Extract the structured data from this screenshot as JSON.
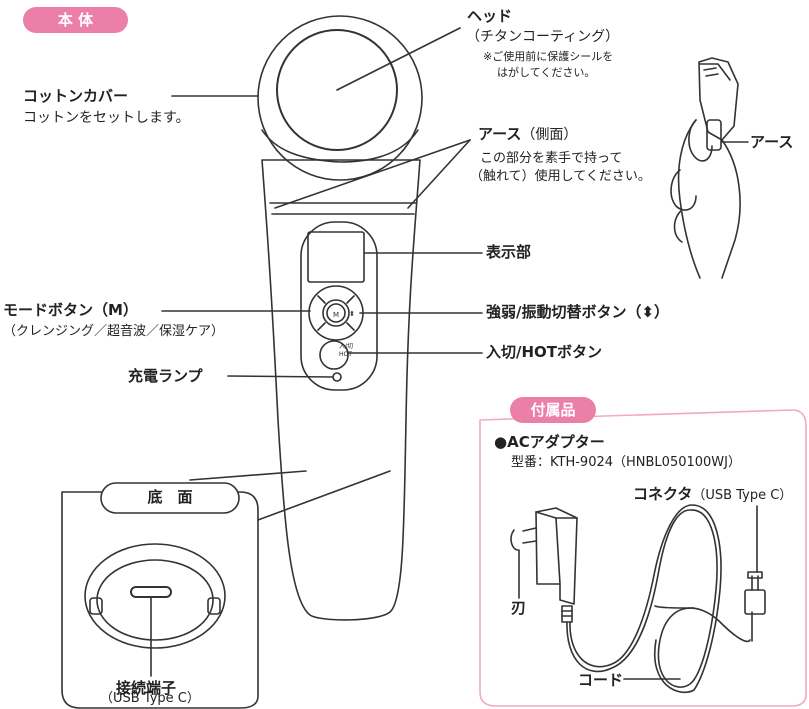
{
  "main_badge": "本 体",
  "head": {
    "title": "ヘッド",
    "sub": "（チタンコーティング）",
    "note1": "※ご使用前に保護シールを",
    "note2": "はがしてください。"
  },
  "cotton": {
    "title": "コットンカバー",
    "sub": "コットンをセットします。"
  },
  "earth": {
    "title": "アース",
    "side": "（側面）",
    "line1": "この部分を素手で持って",
    "line2": "（触れて）使用してください。",
    "hand_label": "アース"
  },
  "display": {
    "title": "表示部"
  },
  "mode": {
    "title": "モードボタン（M）",
    "sub": "（クレンジング／超音波／保湿ケア）"
  },
  "strength": {
    "title": "強弱/振動切替ボタン（⬍）"
  },
  "power": {
    "title": "入切/HOTボタン",
    "btn_line1": "入/切",
    "btn_line2": "HOT"
  },
  "charge": {
    "title": "充電ランプ"
  },
  "bottom": {
    "badge": "底　面",
    "connector": "接続端子",
    "connector_sub": "（USB Type C）"
  },
  "accessory": {
    "badge": "付属品",
    "title": "●ACアダプター",
    "model": "型番：KTH-9024（HNBL050100WJ）",
    "connector_title": "コネクタ",
    "connector_sub": "（USB Type C）",
    "blade": "刃",
    "cord": "コード"
  },
  "colors": {
    "accent_pink": "#ec7fa7",
    "frame_pink": "#f3a9c4",
    "line": "#333333"
  }
}
